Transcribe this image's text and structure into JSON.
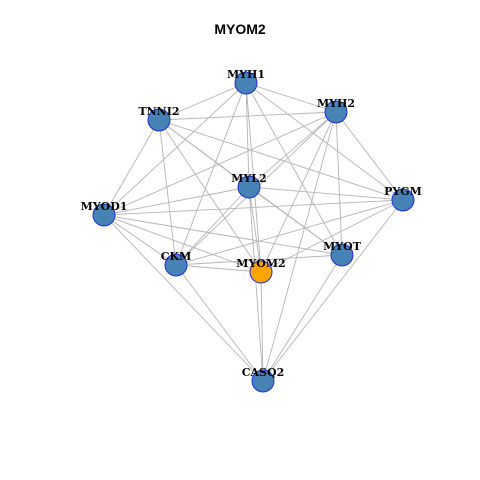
{
  "title": "MYOM2",
  "colors": {
    "node_fill": "#4682b4",
    "focus_fill": "#ffa500",
    "node_border": "#1f2fd6",
    "edge": "#b4b4b4"
  },
  "nodes": [
    {
      "id": "MYH1",
      "label": "MYH1",
      "focus": false
    },
    {
      "id": "MYH2",
      "label": "MYH2",
      "focus": false
    },
    {
      "id": "TNNI2",
      "label": "TNNI2",
      "focus": false
    },
    {
      "id": "MYL2",
      "label": "MYL2",
      "focus": false
    },
    {
      "id": "PYGM",
      "label": "PYGM",
      "focus": false
    },
    {
      "id": "MYOD1",
      "label": "MYOD1",
      "focus": false
    },
    {
      "id": "MYOT",
      "label": "MYOT",
      "focus": false
    },
    {
      "id": "CKM",
      "label": "CKM",
      "focus": false
    },
    {
      "id": "MYOM2",
      "label": "MYOM2",
      "focus": true
    },
    {
      "id": "CASQ2",
      "label": "CASQ2",
      "focus": false
    }
  ],
  "edges": [
    [
      "MYH1",
      "MYH2"
    ],
    [
      "MYH1",
      "TNNI2"
    ],
    [
      "MYH1",
      "MYL2"
    ],
    [
      "MYH1",
      "PYGM"
    ],
    [
      "MYH1",
      "MYOD1"
    ],
    [
      "MYH1",
      "MYOT"
    ],
    [
      "MYH1",
      "CKM"
    ],
    [
      "MYH1",
      "MYOM2"
    ],
    [
      "MYH2",
      "TNNI2"
    ],
    [
      "MYH2",
      "MYL2"
    ],
    [
      "MYH2",
      "PYGM"
    ],
    [
      "MYH2",
      "MYOD1"
    ],
    [
      "MYH2",
      "MYOT"
    ],
    [
      "MYH2",
      "CKM"
    ],
    [
      "MYH2",
      "MYOM2"
    ],
    [
      "MYH2",
      "CASQ2"
    ],
    [
      "TNNI2",
      "MYL2"
    ],
    [
      "TNNI2",
      "PYGM"
    ],
    [
      "TNNI2",
      "MYOD1"
    ],
    [
      "TNNI2",
      "MYOT"
    ],
    [
      "TNNI2",
      "CKM"
    ],
    [
      "TNNI2",
      "MYOM2"
    ],
    [
      "MYL2",
      "PYGM"
    ],
    [
      "MYL2",
      "MYOD1"
    ],
    [
      "MYL2",
      "MYOT"
    ],
    [
      "MYL2",
      "CKM"
    ],
    [
      "MYL2",
      "MYOM2"
    ],
    [
      "MYL2",
      "CASQ2"
    ],
    [
      "PYGM",
      "MYOD1"
    ],
    [
      "PYGM",
      "CKM"
    ],
    [
      "PYGM",
      "MYOM2"
    ],
    [
      "PYGM",
      "CASQ2"
    ],
    [
      "MYOD1",
      "MYOT"
    ],
    [
      "MYOD1",
      "CKM"
    ],
    [
      "MYOD1",
      "MYOM2"
    ],
    [
      "MYOD1",
      "CASQ2"
    ],
    [
      "MYOT",
      "CKM"
    ],
    [
      "MYOT",
      "CASQ2"
    ],
    [
      "CKM",
      "MYOM2"
    ],
    [
      "CKM",
      "CASQ2"
    ],
    [
      "MYOM2",
      "CASQ2"
    ]
  ]
}
